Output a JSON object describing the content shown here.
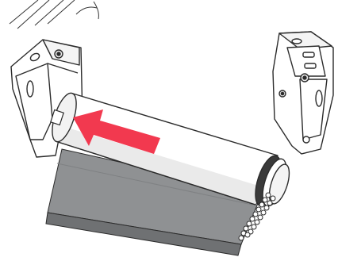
{
  "figure": {
    "kind": "roller-blind-installation-diagram",
    "parts": {
      "left_bracket": "mounting-bracket",
      "right_bracket": "mounting-bracket",
      "roller_tube": "roller-tube",
      "fabric": "blind-fabric",
      "bead_chain": "bead-chain",
      "arrow": "insertion-direction-arrow"
    },
    "arrow_direction": "left",
    "colors": {
      "arrow": "#f2394f",
      "fabric": "#8f9193",
      "fabric_hem": "#6f7173",
      "outline": "#2b2b2b",
      "bracket_fill": "#ffffff",
      "tube_fill": "#ffffff",
      "tube_shade": "#e6e6e6"
    }
  }
}
